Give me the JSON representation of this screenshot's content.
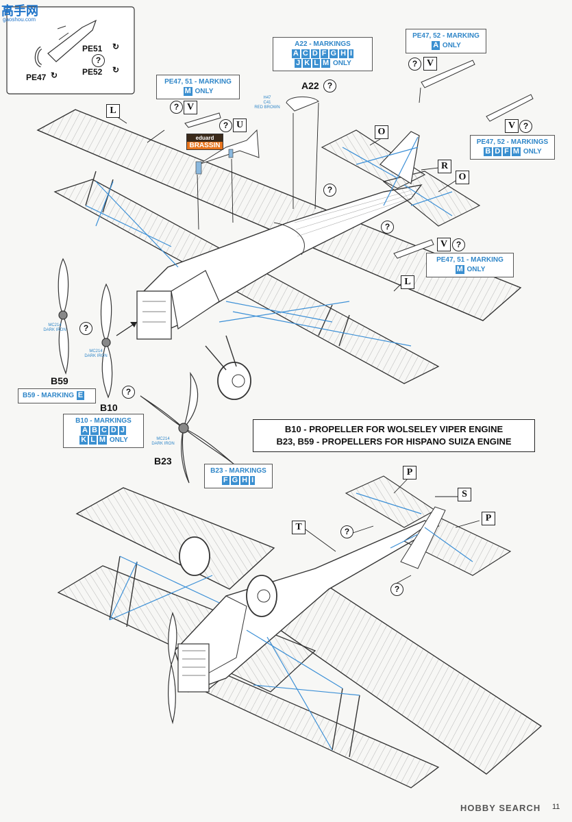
{
  "watermark": {
    "site": "高手网",
    "site_sub": "gaoshou.com",
    "bottom": "HOBBY SEARCH"
  },
  "page_number": "11",
  "inset": {
    "labels": [
      "PE51",
      "PE52",
      "PE47"
    ],
    "arrow_symbol": "↻"
  },
  "labels": {
    "a22_top": "A22 - MARKINGS",
    "a22": "A22",
    "pe47_52_top": "PE47, 52 - MARKING",
    "pe47_51_top": "PE47, 51 - MARKING",
    "pe47_52_right": "PE47, 52 - MARKINGS",
    "pe47_51_right": "PE47, 51 - MARKING",
    "b59": "B59",
    "b59_box": "B59 - MARKING",
    "b10": "B10",
    "b10_box": "B10 - MARKINGS",
    "b23": "B23",
    "b23_box": "B23 - MARKINGS",
    "only": "ONLY",
    "brassin_top": "eduard",
    "brassin": "BRASSIN",
    "paint_cockpit": "H47\nC41\nRED BROWN",
    "paint_prop1": "MC214\nDARK IRON",
    "paint_prop2": "MC214\nDARK IRON",
    "paint_prop3": "MC214\nDARK IRON"
  },
  "chips": {
    "a22_row1": [
      "A",
      "C",
      "D",
      "F",
      "G",
      "H",
      "I"
    ],
    "a22_row2": [
      "J",
      "K",
      "L",
      "M"
    ],
    "single_A": "A",
    "single_M": "M",
    "right_bdfm": [
      "B",
      "D",
      "F",
      "M"
    ],
    "single_E": "E",
    "b10_row1": [
      "A",
      "B",
      "C",
      "D",
      "J"
    ],
    "b10_row2": [
      "K",
      "L",
      "M"
    ],
    "b23": [
      "F",
      "G",
      "H",
      "I"
    ]
  },
  "callouts": {
    "L1": "L",
    "V1": "V",
    "U": "U",
    "V2": "V",
    "O1": "O",
    "V3": "V",
    "R": "R",
    "O2": "O",
    "V4": "V",
    "L2": "L",
    "P1": "P",
    "S": "S",
    "P2": "P",
    "T": "T",
    "q": "?"
  },
  "note": {
    "line1": "B10 - PROPELLER FOR WOLSELEY VIPER ENGINE",
    "line2": "B23, B59 - PROPELLERS FOR HISPANO SUIZA ENGINE"
  },
  "colors": {
    "accent": "#3a8fd0",
    "rigging": "#3b8fd6",
    "line": "#333333"
  }
}
